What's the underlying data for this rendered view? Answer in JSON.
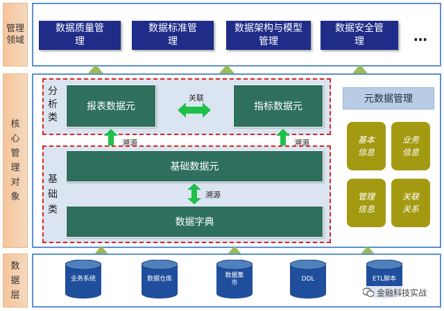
{
  "side_labels": {
    "management": "管理领域",
    "core": "核心管理对象",
    "data_layer": "数据层"
  },
  "management_boxes": [
    "数据质量管理",
    "数据标准管理",
    "数据架构与模型管理",
    "数据安全管理"
  ],
  "ellipsis": "…",
  "analysis": {
    "category": "分析类",
    "report_meta": "报表数据元",
    "indicator_meta": "指标数据元",
    "relation": "关联"
  },
  "trace_label": "溯源",
  "basic": {
    "category": "基础类",
    "basic_meta": "基础数据元",
    "dictionary": "数据字典"
  },
  "metadata": {
    "title": "元数据管理",
    "cards": [
      "基本信息",
      "业务信息",
      "管理信息",
      "关联关系"
    ]
  },
  "data_sources": [
    "业务系统",
    "数据仓库",
    "数据集市",
    "DDL",
    "ETL脚本"
  ],
  "watermark": "金融科技实战",
  "colors": {
    "navy": "#1f2d88",
    "green": "#2e6f5e",
    "olive": "#a39a11",
    "arrow_green": "#9bbb59",
    "dashed_red": "#e0201e",
    "panel_border": "#5b8fd1"
  }
}
